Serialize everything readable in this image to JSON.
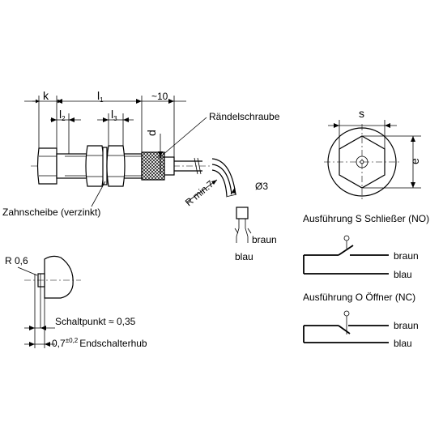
{
  "dimensions": {
    "k": "k",
    "l1": "l",
    "l1_sub": "1",
    "l2": "l",
    "l2_sub": "2",
    "l3": "l",
    "l3_sub": "3",
    "approx10": "~10",
    "d": "d",
    "s": "s",
    "e": "e",
    "r_min": "R min.7",
    "dia3": "Ø3",
    "r06": "R 0,6"
  },
  "labels": {
    "raendelschraube": "Rändelschraube",
    "zahnscheibe": "Zahnscheibe (verzinkt)",
    "braun": "braun",
    "blau": "blau",
    "schaltpunkt": "Schaltpunkt ≈ 0,35",
    "hub_value": "0,7",
    "hub_tol": "±0,2",
    "hub_text": "Endschalterhub"
  },
  "variants": [
    {
      "title": "Ausführung  S  Schließer (NO)",
      "wire_top": "braun",
      "wire_bottom": "blau"
    },
    {
      "title": "Ausführung  O  Öffner (NC)",
      "wire_top": "braun",
      "wire_bottom": "blau"
    }
  ]
}
